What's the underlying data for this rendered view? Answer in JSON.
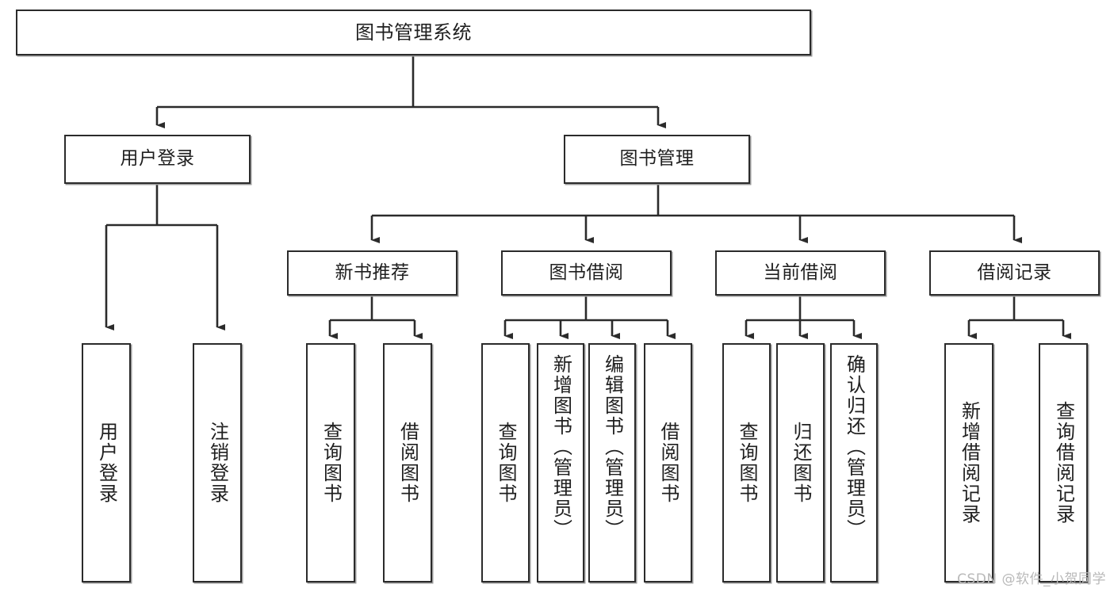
{
  "diagram": {
    "title": "图书管理系统",
    "type": "tree-hierarchy-function-structure",
    "watermark": "CSDN @软件_小贺同学",
    "colors": {
      "box_border": "#2b2b2b",
      "box_fill": "#ffffff",
      "connector": "#2b2b2b",
      "text": "#1f1f1f",
      "watermark": "#b9b9b9"
    },
    "root": {
      "label": "图书管理系统"
    },
    "level2": [
      {
        "id": "user-login",
        "label": "用户登录"
      },
      {
        "id": "book-manage",
        "label": "图书管理"
      }
    ],
    "level3": [
      {
        "id": "new-book-recommend",
        "label": "新书推荐"
      },
      {
        "id": "book-borrow",
        "label": "图书借阅"
      },
      {
        "id": "current-borrow",
        "label": "当前借阅"
      },
      {
        "id": "borrow-record",
        "label": "借阅记录"
      }
    ],
    "leaves": {
      "user_login": [
        {
          "id": "leaf-user-login",
          "label": "用户登录"
        },
        {
          "id": "leaf-logout-login",
          "label": "注销登录"
        }
      ],
      "new_book_recommend": [
        {
          "id": "leaf-query-book-1",
          "label": "查询图书"
        },
        {
          "id": "leaf-borrow-book-1",
          "label": "借阅图书"
        }
      ],
      "book_borrow": [
        {
          "id": "leaf-query-book-2",
          "label": "查询图书"
        },
        {
          "id": "leaf-add-book",
          "label": "新增图书（管理员）"
        },
        {
          "id": "leaf-edit-book",
          "label": "编辑图书（管理员）"
        },
        {
          "id": "leaf-borrow-book-2",
          "label": "借阅图书"
        }
      ],
      "current_borrow": [
        {
          "id": "leaf-query-book-3",
          "label": "查询图书"
        },
        {
          "id": "leaf-return-book",
          "label": "归还图书"
        },
        {
          "id": "leaf-confirm-return",
          "label": "确认归还（管理员）"
        }
      ],
      "borrow_record": [
        {
          "id": "leaf-add-record",
          "label": "新增借阅记录"
        },
        {
          "id": "leaf-query-record",
          "label": "查询借阅记录"
        }
      ]
    }
  }
}
